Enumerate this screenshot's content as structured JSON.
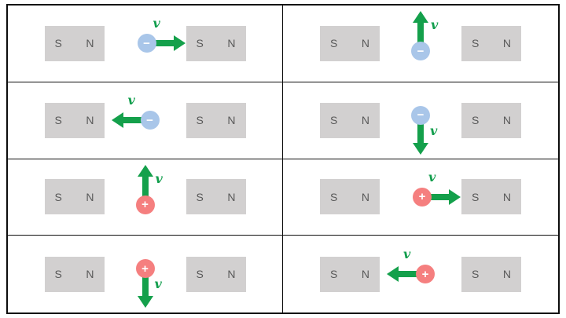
{
  "colors": {
    "arrow_green": "#14a04b",
    "velocity_label_green": "#129e4d",
    "magnet_gray": "#d2d0d0",
    "pole_letter": "#595959",
    "negative_fill": "#a9c6e9",
    "positive_fill": "#f57f7f",
    "charge_symbol": "#ffffff",
    "grid_border": "#0d0d0d"
  },
  "panels": [
    {
      "charge": {
        "type": "negative",
        "symbol": "−"
      },
      "velocity": {
        "label": "v",
        "direction": "right"
      },
      "left_magnet": {
        "poles": [
          "S",
          "N"
        ]
      },
      "right_magnet": {
        "poles": [
          "S",
          "N"
        ]
      }
    },
    {
      "charge": {
        "type": "negative",
        "symbol": "−"
      },
      "velocity": {
        "label": "v",
        "direction": "up"
      },
      "left_magnet": {
        "poles": [
          "S",
          "N"
        ]
      },
      "right_magnet": {
        "poles": [
          "S",
          "N"
        ]
      }
    },
    {
      "charge": {
        "type": "negative",
        "symbol": "−"
      },
      "velocity": {
        "label": "v",
        "direction": "left"
      },
      "left_magnet": {
        "poles": [
          "S",
          "N"
        ]
      },
      "right_magnet": {
        "poles": [
          "S",
          "N"
        ]
      }
    },
    {
      "charge": {
        "type": "negative",
        "symbol": "−"
      },
      "velocity": {
        "label": "v",
        "direction": "down"
      },
      "left_magnet": {
        "poles": [
          "S",
          "N"
        ]
      },
      "right_magnet": {
        "poles": [
          "S",
          "N"
        ]
      }
    },
    {
      "charge": {
        "type": "positive",
        "symbol": "+"
      },
      "velocity": {
        "label": "v",
        "direction": "up"
      },
      "left_magnet": {
        "poles": [
          "S",
          "N"
        ]
      },
      "right_magnet": {
        "poles": [
          "S",
          "N"
        ]
      }
    },
    {
      "charge": {
        "type": "positive",
        "symbol": "+"
      },
      "velocity": {
        "label": "v",
        "direction": "right"
      },
      "left_magnet": {
        "poles": [
          "S",
          "N"
        ]
      },
      "right_magnet": {
        "poles": [
          "S",
          "N"
        ]
      }
    },
    {
      "charge": {
        "type": "positive",
        "symbol": "+"
      },
      "velocity": {
        "label": "v",
        "direction": "down"
      },
      "left_magnet": {
        "poles": [
          "S",
          "N"
        ]
      },
      "right_magnet": {
        "poles": [
          "S",
          "N"
        ]
      }
    },
    {
      "charge": {
        "type": "positive",
        "symbol": "+"
      },
      "velocity": {
        "label": "v",
        "direction": "left"
      },
      "left_magnet": {
        "poles": [
          "S",
          "N"
        ]
      },
      "right_magnet": {
        "poles": [
          "S",
          "N"
        ]
      }
    }
  ]
}
